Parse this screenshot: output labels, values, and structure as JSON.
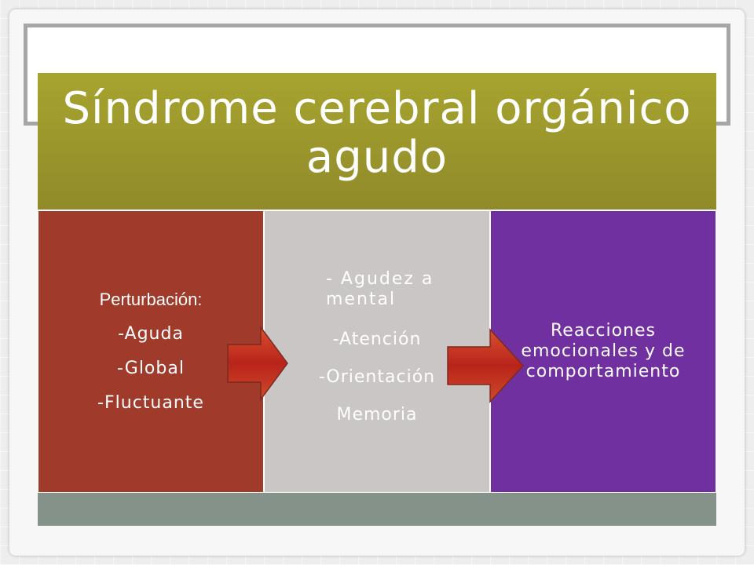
{
  "title": "Síndrome cerebral orgánico agudo",
  "boxes": [
    {
      "heading": "Perturbación:",
      "lines": [
        "-Aguda",
        "-Global",
        "-Fluctuante"
      ],
      "color": "#a03a2a"
    },
    {
      "lines": [
        "- Agudez a mental",
        "-Atención",
        "-Orientación",
        "Memoria"
      ],
      "color": "#cbc6c6"
    },
    {
      "lines": [
        "Reacciones emocionales y de comportamiento"
      ],
      "color": "#7030a0"
    }
  ],
  "colors": {
    "title_bar": "#9e9a2c",
    "footer_bar": "#85928a",
    "arrow": "#c0281c"
  }
}
